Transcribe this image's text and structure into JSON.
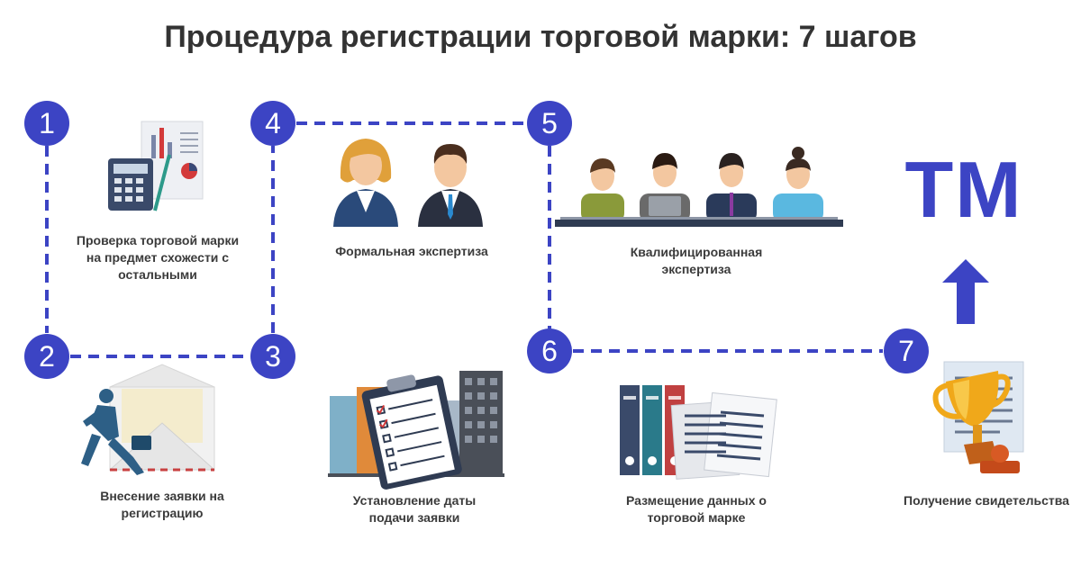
{
  "title": "Процедура регистрации торговой марки: 7 шагов",
  "accent_color": "#3c44c4",
  "steps": [
    {
      "number": "1",
      "label": "Проверка торговой марки\nна предмет схожести с\nостальными",
      "icon": "calculator-report-icon"
    },
    {
      "number": "2",
      "label": "Внесение заявки на\nрегистрацию",
      "icon": "runner-envelope-icon"
    },
    {
      "number": "3",
      "label": "Установление даты\nподачи заявки",
      "icon": "clipboard-buildings-icon"
    },
    {
      "number": "4",
      "label": "Формальная экспертиза",
      "icon": "two-experts-icon"
    },
    {
      "number": "5",
      "label": "Квалифицированная\nэкспертиза",
      "icon": "expert-panel-icon"
    },
    {
      "number": "6",
      "label": "Размещение данных о\nторговой марке",
      "icon": "binders-documents-icon"
    },
    {
      "number": "7",
      "label": "Получение свидетельства",
      "icon": "trophy-certificate-icon"
    }
  ],
  "tm_mark": "TM"
}
